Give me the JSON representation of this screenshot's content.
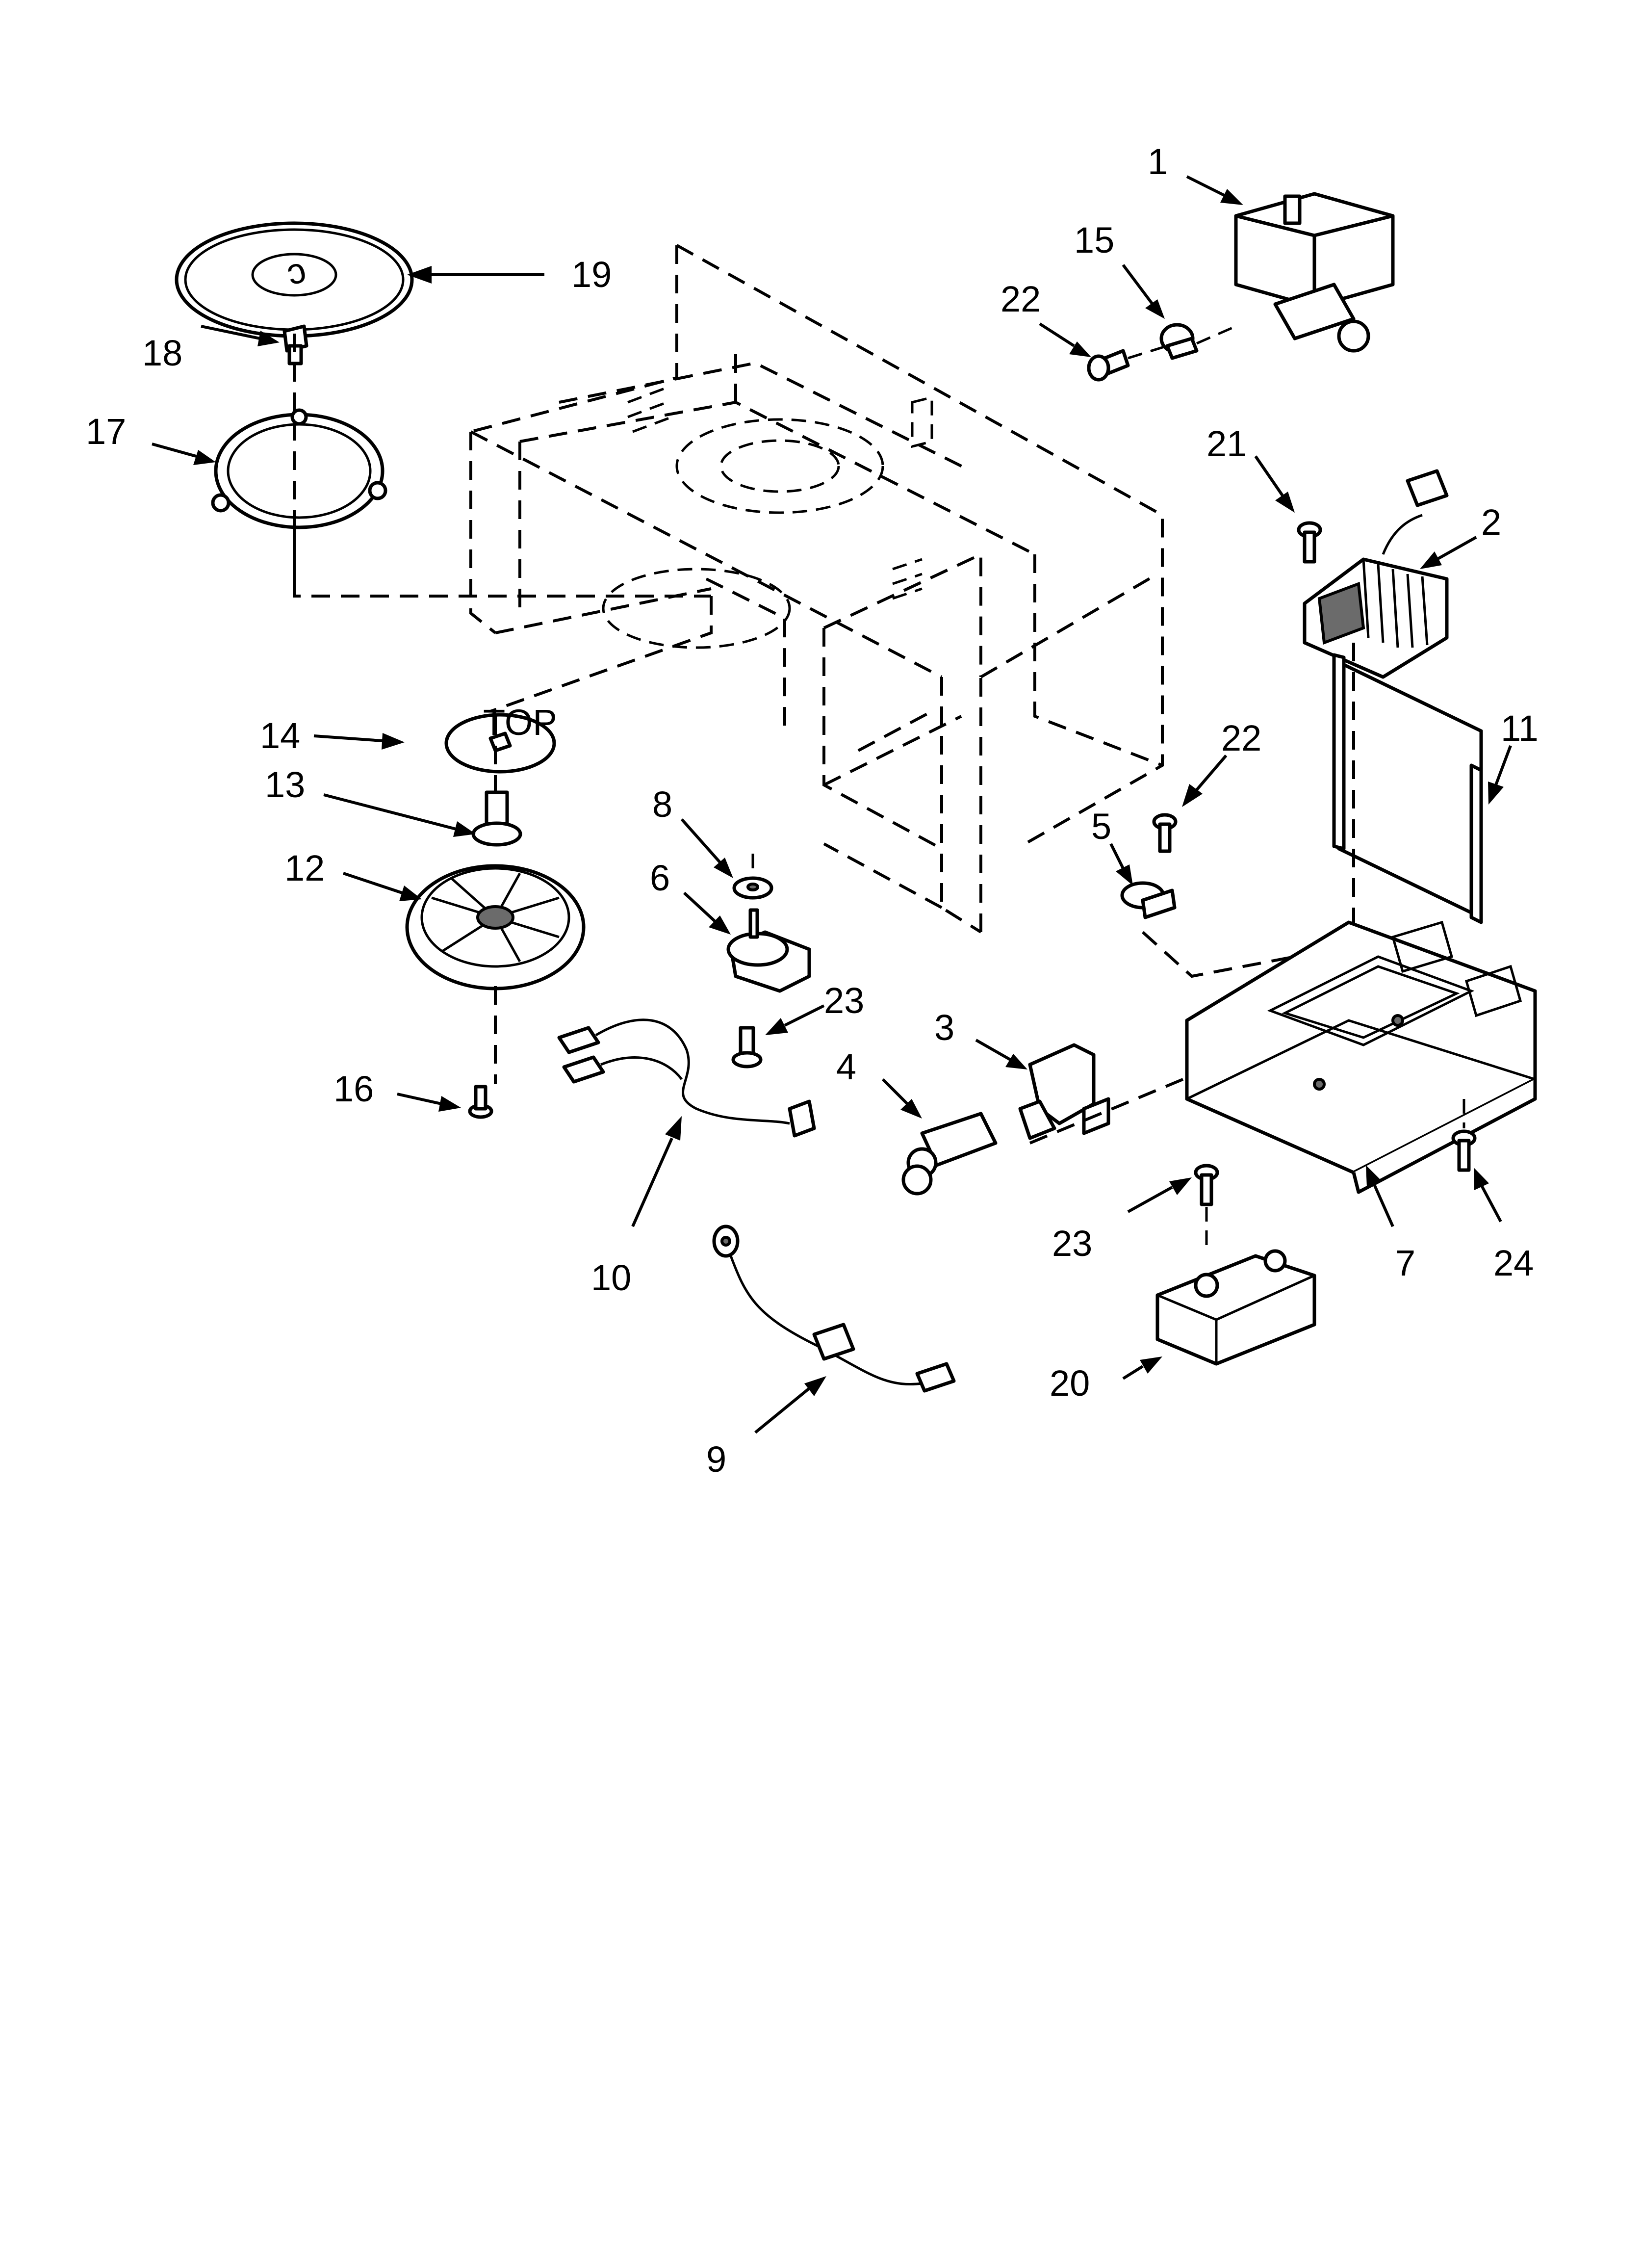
{
  "callouts": [
    {
      "id": "1",
      "label": "1"
    },
    {
      "id": "2",
      "label": "2"
    },
    {
      "id": "3",
      "label": "3"
    },
    {
      "id": "4",
      "label": "4"
    },
    {
      "id": "5",
      "label": "5"
    },
    {
      "id": "6",
      "label": "6"
    },
    {
      "id": "7",
      "label": "7"
    },
    {
      "id": "8",
      "label": "8"
    },
    {
      "id": "9",
      "label": "9"
    },
    {
      "id": "10",
      "label": "10"
    },
    {
      "id": "11",
      "label": "11"
    },
    {
      "id": "12",
      "label": "12"
    },
    {
      "id": "13",
      "label": "13"
    },
    {
      "id": "14",
      "label": "14"
    },
    {
      "id": "15",
      "label": "15"
    },
    {
      "id": "16",
      "label": "16"
    },
    {
      "id": "17",
      "label": "17"
    },
    {
      "id": "18",
      "label": "18"
    },
    {
      "id": "19",
      "label": "19"
    },
    {
      "id": "20",
      "label": "20"
    },
    {
      "id": "21",
      "label": "21"
    },
    {
      "id": "22a",
      "label": "22"
    },
    {
      "id": "22b",
      "label": "22"
    },
    {
      "id": "23a",
      "label": "23"
    },
    {
      "id": "23b",
      "label": "23"
    },
    {
      "id": "24",
      "label": "24"
    }
  ],
  "embossed_text": {
    "coupling_top": "TOP"
  }
}
